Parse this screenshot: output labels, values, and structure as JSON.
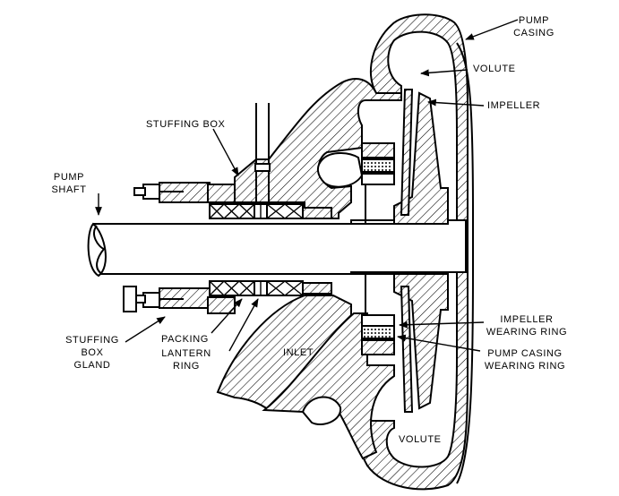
{
  "labels": {
    "pump_casing": [
      "PUMP",
      "CASING"
    ],
    "volute_top": "VOLUTE",
    "impeller": "IMPELLER",
    "stuffing_box": "STUFFING BOX",
    "pump_shaft": [
      "PUMP",
      "SHAFT"
    ],
    "impeller_wearing_ring": [
      "IMPELLER",
      "WEARING RING"
    ],
    "pump_casing_wearing_ring": [
      "PUMP CASING",
      "WEARING RING"
    ],
    "stuffing_box_gland": [
      "STUFFING",
      "BOX",
      "GLAND"
    ],
    "packing": "PACKING",
    "lantern_ring": [
      "LANTERN",
      "RING"
    ],
    "inlet": "INLET",
    "volute_bottom": "VOLUTE"
  },
  "colors": {
    "ink": "#000000",
    "paper": "#ffffff"
  }
}
